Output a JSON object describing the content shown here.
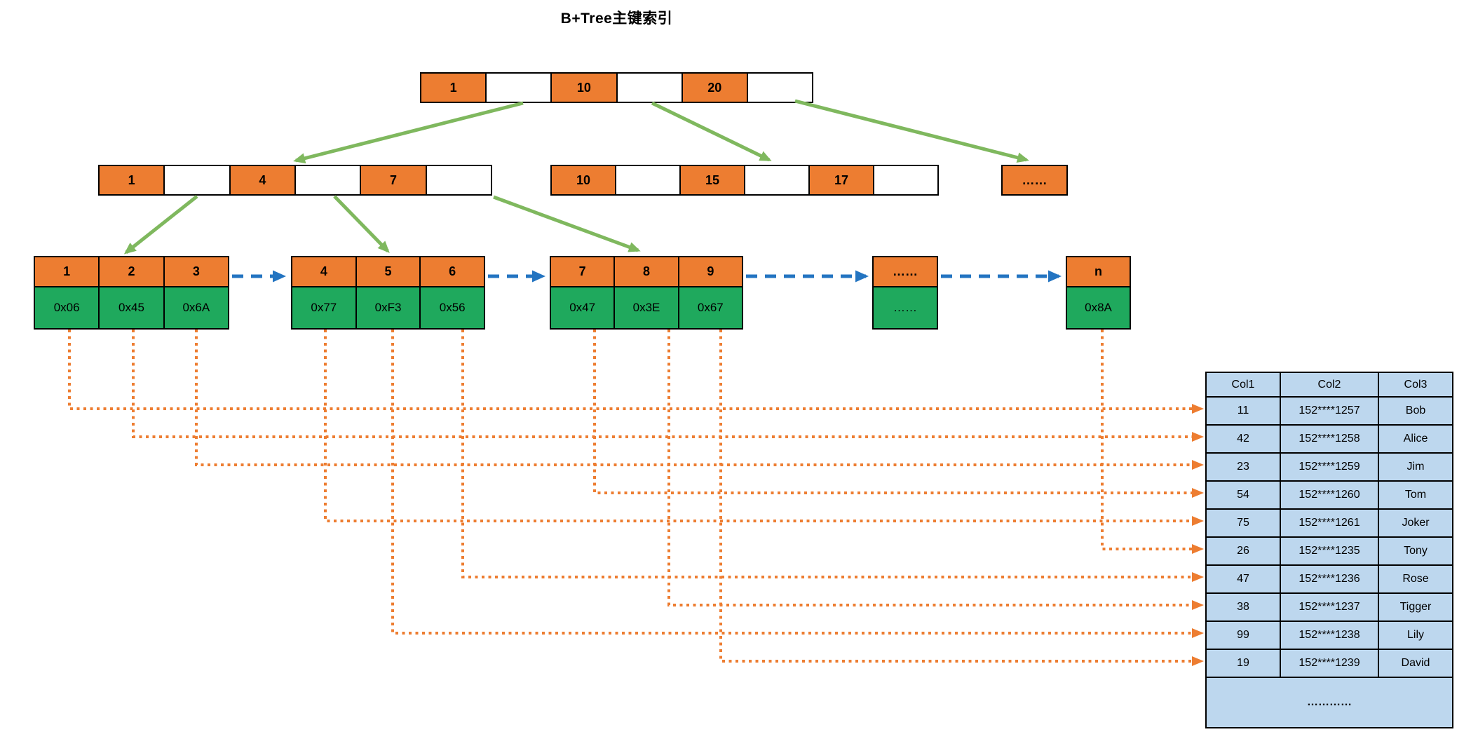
{
  "title": "B+Tree主键索引",
  "colors": {
    "key_fill": "#ED7D31",
    "value_fill": "#1FA95D",
    "table_fill": "#BDD7EE",
    "tree_arrow": "#7FB85E",
    "leaf_chain_arrow": "#2374C1",
    "record_arrow": "#ED7D31"
  },
  "tree": {
    "root": {
      "cells": [
        "1",
        "",
        "10",
        "",
        "20",
        ""
      ]
    },
    "internal": [
      {
        "cells": [
          "1",
          "",
          "4",
          "",
          "7",
          ""
        ]
      },
      {
        "cells": [
          "10",
          "",
          "15",
          "",
          "17",
          ""
        ]
      },
      {
        "cells": [
          "……"
        ]
      }
    ],
    "leaves": [
      {
        "keys": [
          "1",
          "2",
          "3"
        ],
        "values": [
          "0x06",
          "0x45",
          "0x6A"
        ]
      },
      {
        "keys": [
          "4",
          "5",
          "6"
        ],
        "values": [
          "0x77",
          "0xF3",
          "0x56"
        ]
      },
      {
        "keys": [
          "7",
          "8",
          "9"
        ],
        "values": [
          "0x47",
          "0x3E",
          "0x67"
        ]
      },
      {
        "keys": [
          "……"
        ],
        "values": [
          "……"
        ]
      },
      {
        "keys": [
          "n"
        ],
        "values": [
          "0x8A"
        ]
      }
    ]
  },
  "links": [
    {
      "pointer": "0x06",
      "row": "11"
    },
    {
      "pointer": "0x45",
      "row": "42"
    },
    {
      "pointer": "0x6A",
      "row": "23"
    },
    {
      "pointer": "0x47",
      "row": "54"
    },
    {
      "pointer": "0x77",
      "row": "75"
    },
    {
      "pointer": "0x8A",
      "row": "26"
    },
    {
      "pointer": "0x56",
      "row": "47"
    },
    {
      "pointer": "0x3E",
      "row": "38"
    },
    {
      "pointer": "0xF3",
      "row": "99"
    },
    {
      "pointer": "0x67",
      "row": "19"
    }
  ],
  "table": {
    "headers": [
      "Col1",
      "Col2",
      "Col3"
    ],
    "rows": [
      [
        "11",
        "152****1257",
        "Bob"
      ],
      [
        "42",
        "152****1258",
        "Alice"
      ],
      [
        "23",
        "152****1259",
        "Jim"
      ],
      [
        "54",
        "152****1260",
        "Tom"
      ],
      [
        "75",
        "152****1261",
        "Joker"
      ],
      [
        "26",
        "152****1235",
        "Tony"
      ],
      [
        "47",
        "152****1236",
        "Rose"
      ],
      [
        "38",
        "152****1237",
        "Tigger"
      ],
      [
        "99",
        "152****1238",
        "Lily"
      ],
      [
        "19",
        "152****1239",
        "David"
      ]
    ],
    "ellipsis_row": "…………"
  }
}
